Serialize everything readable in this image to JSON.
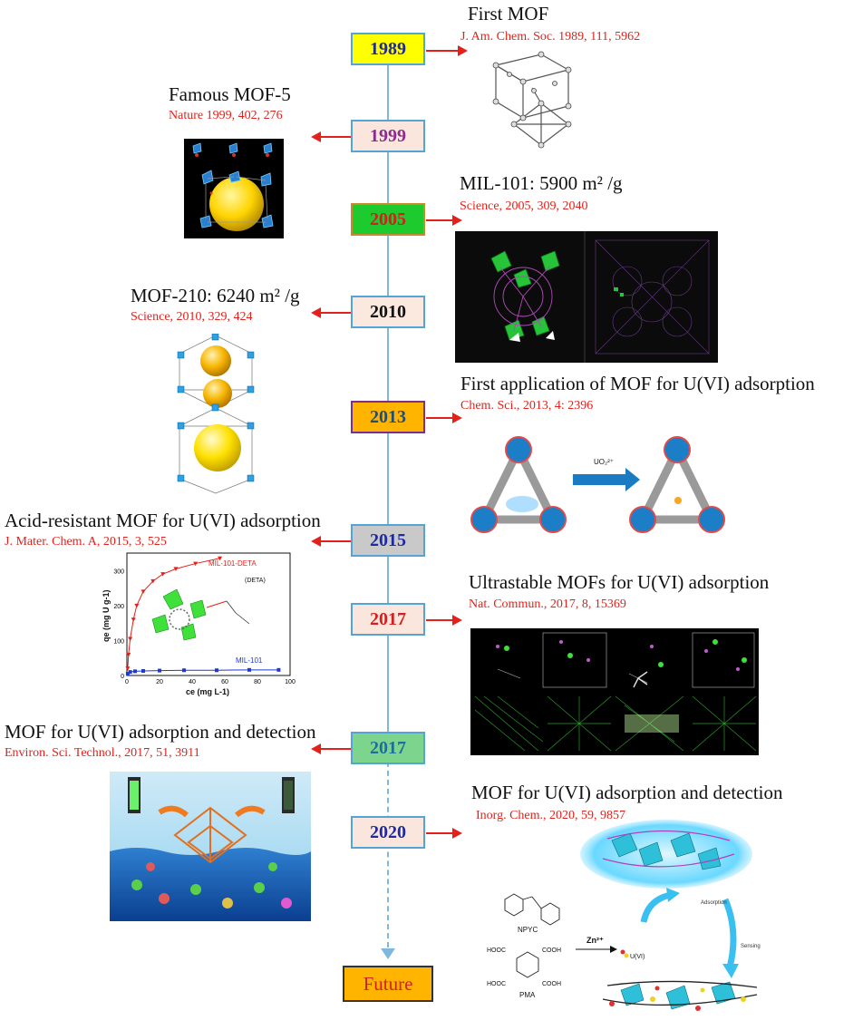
{
  "milestones": [
    {
      "year": "1989",
      "title": "First MOF",
      "ref": "J. Am. Chem. Soc. 1989, 111, 5962"
    },
    {
      "year": "1999",
      "title": "Famous MOF-5",
      "ref": "Nature 1999, 402, 276"
    },
    {
      "year": "2005",
      "title": "MIL-101: 5900 m² /g",
      "ref": "Science, 2005, 309, 2040"
    },
    {
      "year": "2010",
      "title": "MOF-210: 6240 m² /g",
      "ref": "Science, 2010, 329, 424"
    },
    {
      "year": "2013",
      "title": "First application of MOF for U(VI) adsorption",
      "ref": "Chem. Sci., 2013, 4: 2396"
    },
    {
      "year": "2015",
      "title": "Acid-resistant MOF for U(VI) adsorption",
      "ref": "J. Mater. Chem. A, 2015, 3, 525"
    },
    {
      "year": "2017",
      "title": "Ultrastable MOFs for U(VI) adsorption",
      "ref": "Nat. Commun., 2017, 8, 15369"
    },
    {
      "year": "2017",
      "title": "MOF for U(VI) adsorption and detection",
      "ref": "Environ. Sci. Technol., 2017, 51, 3911"
    },
    {
      "year": "2020",
      "title": "MOF for U(VI) adsorption and detection",
      "ref": "Inorg. Chem., 2020, 59, 9857"
    }
  ],
  "future_label": "Future",
  "inset_2013": {
    "uo2_label": "UO₂²⁺"
  },
  "inset_2015": {
    "series_deta": "MIL-101-DETA",
    "series_base": "MIL-101",
    "deta_tag": "(DETA)",
    "ylabel": "qe (mg U g-1)",
    "xlabel": "ce (mg L-1)",
    "yticks": [
      "0",
      "100",
      "200",
      "300"
    ],
    "xticks": [
      "0",
      "20",
      "40",
      "60",
      "80",
      "100"
    ]
  },
  "inset_2020": {
    "ligand1": "NPYC",
    "ligand2": "PMA",
    "metal": "Zn²⁺",
    "analyte": "U(VI)",
    "step_adsorption": "Adsorption",
    "step_sensing": "Sensing",
    "cooh1": "HOOC",
    "cooh2": "COOH",
    "cooh3": "HOOC",
    "cooh4": "COOH"
  },
  "colors": {
    "accent_red": "#e3211a",
    "timeline_blue": "#7fb8de"
  },
  "chart_data": {
    "type": "line",
    "xlabel": "ce (mg L-1)",
    "ylabel": "qe (mg U g-1)",
    "xlim": [
      0,
      100
    ],
    "ylim": [
      0,
      350
    ],
    "series": [
      {
        "name": "MIL-101-DETA",
        "x": [
          0.5,
          1,
          2,
          4,
          6,
          10,
          16,
          22,
          30,
          42,
          57
        ],
        "y": [
          20,
          60,
          105,
          160,
          200,
          240,
          270,
          290,
          305,
          320,
          335
        ]
      },
      {
        "name": "MIL-101",
        "x": [
          0.5,
          2,
          5,
          10,
          20,
          35,
          55,
          75,
          93
        ],
        "y": [
          5,
          10,
          12,
          13,
          14,
          15,
          15,
          16,
          16
        ]
      }
    ]
  }
}
